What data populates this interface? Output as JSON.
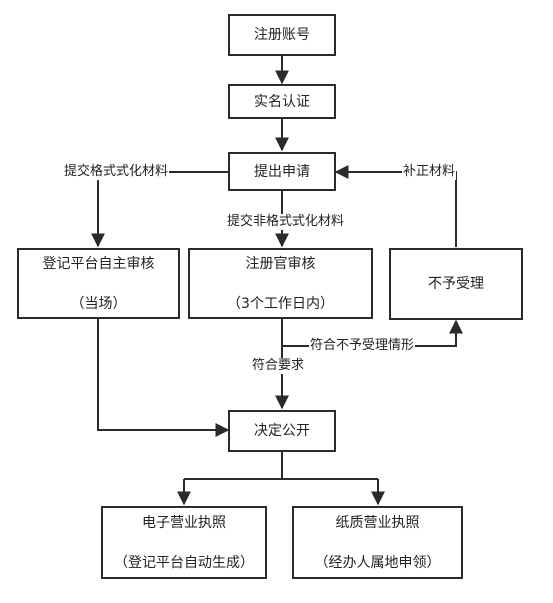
{
  "nodes": {
    "register_account": "注册账号",
    "real_name_auth": "实名认证",
    "submit_application": "提出申请",
    "self_review": {
      "line1": "登记平台自主审核",
      "line2": "（当场）"
    },
    "registrar_review": {
      "line1": "注册官审核",
      "line2": "（3个工作日内）"
    },
    "not_accepted": "不予受理",
    "decide_publish": "决定公开",
    "e_license": {
      "line1": "电子营业执照",
      "line2": "（登记平台自动生成）"
    },
    "paper_license": {
      "line1": "纸质营业执照",
      "line2": "（经办人属地申领）"
    }
  },
  "edges": {
    "formatted_materials": "提交格式式化材料",
    "nonformatted_materials": "提交非格式式化材料",
    "supplement_materials": "补正材料",
    "meets_rejection": "符合不予受理情形",
    "meets_requirements": "符合要求"
  }
}
